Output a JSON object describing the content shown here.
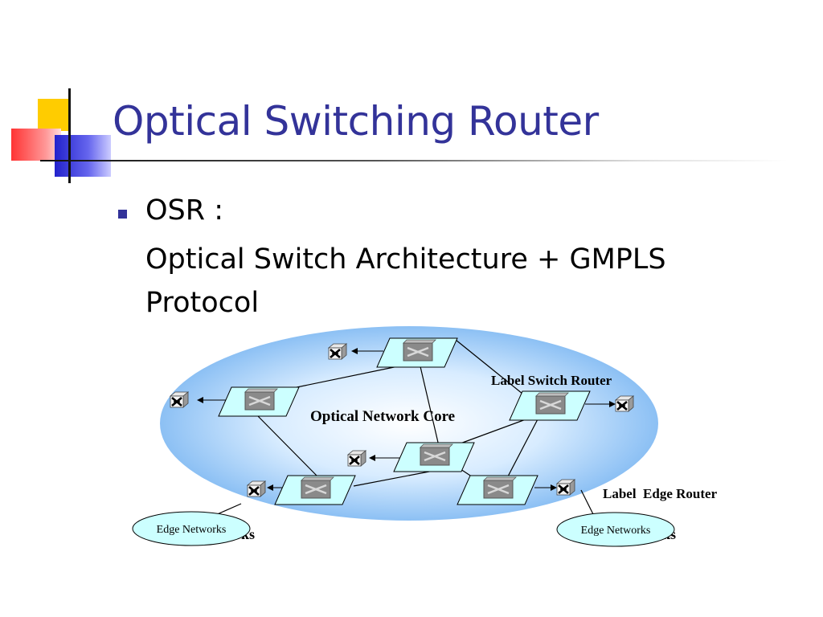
{
  "slide": {
    "title": "Optical Switching Router",
    "bullet": {
      "heading": "OSR :",
      "line1": "Optical Switch Architecture + GMPLS",
      "line2": "Protocol"
    }
  },
  "diagram": {
    "core_label": "Optical Network Core",
    "switch_label": "Label Switch Router",
    "edge_router_label": "Label  Edge Router",
    "edge_network_left": "Edge Networks",
    "edge_network_right": "Edge Networks",
    "hidden_text_left": "rks",
    "hidden_text_right": "rks",
    "colors": {
      "title": "#333399",
      "cloud": "#a8d0f8",
      "switch_fill": "#ccffff",
      "edge_fill": "#ccffff"
    }
  }
}
